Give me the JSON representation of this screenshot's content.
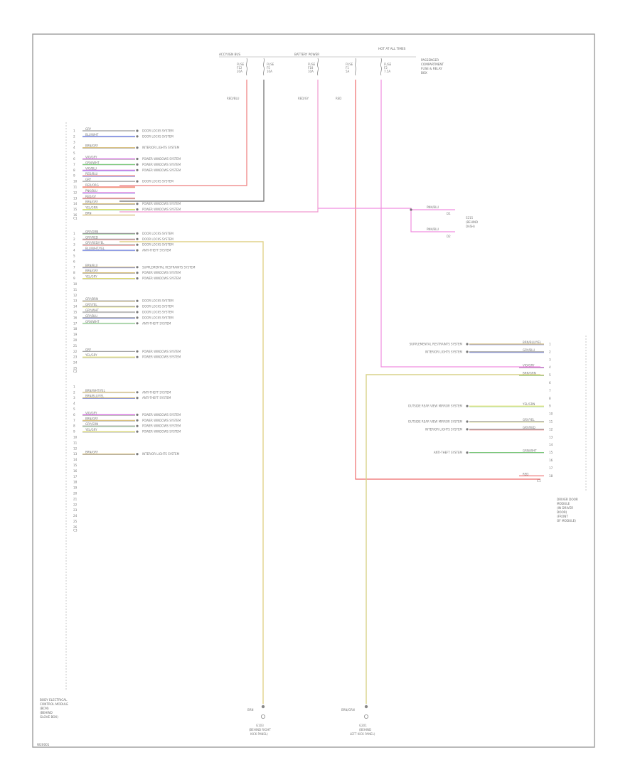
{
  "footer_code": "W20001",
  "fuses": [
    {
      "title": "ACCY/IGN BUS",
      "lines": [
        "FUSE",
        "F12",
        "20A"
      ],
      "wire": "RED/BLU"
    },
    {
      "title": "",
      "lines": [
        "FUSE",
        "F5",
        "10A"
      ],
      "wire": ""
    },
    {
      "title": "BATTERY POWER",
      "lines": [
        "FUSE",
        "F18",
        "10A"
      ],
      "wire": "RED/GY"
    },
    {
      "title": "",
      "lines": [
        "FUSE",
        "F1",
        "5A"
      ],
      "wire": "RED"
    },
    {
      "title": "HOT AT ALL TIMES",
      "lines": [
        "FUSE",
        "F2",
        "7.5A"
      ],
      "wire": ""
    }
  ],
  "fuse_box_label": [
    "PASSENGER",
    "COMPARTMENT",
    "FUSE & RELAY",
    "BOX"
  ],
  "left_module_label": [
    "BODY ELECTRICAL",
    "CONTROL MODULE",
    "(BCM)",
    "(BEHIND",
    "GLOVE BOX)"
  ],
  "right_module_label": [
    "DRIVER DOOR",
    "MODULE",
    "(IN DRIVER",
    "DOOR)",
    "(FRONT",
    "OF MODULE)"
  ],
  "ground_left": {
    "wire": "BRN",
    "label": [
      "G103",
      "(BEHIND RIGHT",
      "KICK PANEL)"
    ]
  },
  "ground_right": {
    "wire": "BRN/GRN",
    "label": [
      "G201",
      "(BEHIND",
      "LEFT KICK PANEL)"
    ]
  },
  "splice_label": [
    "S215",
    "(BEHIND",
    "DASH)"
  ],
  "splice_wires": [
    {
      "wire": "PNK/BLU",
      "code": "D1"
    },
    {
      "wire": "PNK/BLU",
      "code": "D2"
    }
  ],
  "connector_groups": [
    {
      "name": "C1",
      "rows": [
        {
          "pin": "1",
          "wire": "GRY",
          "dest": "DOOR LOCKS SYSTEM"
        },
        {
          "pin": "2",
          "wire": "BLU/WHT",
          "dest": "DOOR LOCKS SYSTEM"
        },
        {
          "pin": "3",
          "wire": "",
          "dest": ""
        },
        {
          "pin": "4",
          "wire": "BRN/GRY",
          "dest": "INTERIOR LIGHTS SYSTEM"
        },
        {
          "pin": "5",
          "wire": "",
          "dest": ""
        },
        {
          "pin": "6",
          "wire": "VIO/GRY",
          "dest": "POWER WINDOWS SYSTEM"
        },
        {
          "pin": "7",
          "wire": "GRN/WHT",
          "dest": "POWER WINDOWS SYSTEM"
        },
        {
          "pin": "8",
          "wire": "VIO/BLU",
          "dest": "POWER WINDOWS SYSTEM"
        },
        {
          "pin": "9",
          "wire": "RED/BLU",
          "dest": ""
        },
        {
          "pin": "10",
          "wire": "GRY",
          "dest": "DOOR LOCKS SYSTEM"
        },
        {
          "pin": "11",
          "wire": "RED/ORG",
          "dest": ""
        },
        {
          "pin": "12",
          "wire": "PNK/BLU",
          "dest": ""
        },
        {
          "pin": "13",
          "wire": "RED/GY",
          "dest": ""
        },
        {
          "pin": "14",
          "wire": "BRN/GRY",
          "dest": "POWER WINDOWS SYSTEM"
        },
        {
          "pin": "15",
          "wire": "YEL/GRN",
          "dest": "POWER WINDOWS SYSTEM"
        },
        {
          "pin": "16",
          "wire": "BRN",
          "dest": ""
        }
      ]
    },
    {
      "name": "C2",
      "rows": [
        {
          "pin": "1",
          "wire": "GRY/GRN",
          "dest": "DOOR LOCKS SYSTEM"
        },
        {
          "pin": "2",
          "wire": "GRY/RED",
          "dest": "DOOR LOCKS SYSTEM"
        },
        {
          "pin": "3",
          "wire": "GRY/RED/YEL",
          "dest": "DOOR LOCKS SYSTEM"
        },
        {
          "pin": "4",
          "wire": "BLU/WHT/YEL",
          "dest": "ANTI-THEFT SYSTEM"
        },
        {
          "pin": "5",
          "wire": "",
          "dest": ""
        },
        {
          "pin": "6",
          "wire": "",
          "dest": ""
        },
        {
          "pin": "7",
          "wire": "BRN/BLU",
          "dest": "SUPPLEMENTAL RESTRAINTS SYSTEM"
        },
        {
          "pin": "8",
          "wire": "BRN/GRY",
          "dest": "POWER WINDOWS SYSTEM"
        },
        {
          "pin": "9",
          "wire": "YEL/GRY",
          "dest": "POWER WINDOWS SYSTEM"
        },
        {
          "pin": "10",
          "wire": "",
          "dest": ""
        },
        {
          "pin": "11",
          "wire": "",
          "dest": ""
        },
        {
          "pin": "12",
          "wire": "",
          "dest": ""
        },
        {
          "pin": "13",
          "wire": "GRY/BRN",
          "dest": "DOOR LOCKS SYSTEM"
        },
        {
          "pin": "14",
          "wire": "GRY/YEL",
          "dest": "DOOR LOCKS SYSTEM"
        },
        {
          "pin": "15",
          "wire": "GRY/WHT",
          "dest": "DOOR LOCKS SYSTEM"
        },
        {
          "pin": "16",
          "wire": "GRY/BLU",
          "dest": "DOOR LOCKS SYSTEM"
        },
        {
          "pin": "17",
          "wire": "GRN/WHT",
          "dest": "ANTI-THEFT SYSTEM"
        },
        {
          "pin": "18",
          "wire": "",
          "dest": ""
        },
        {
          "pin": "19",
          "wire": "",
          "dest": ""
        },
        {
          "pin": "20",
          "wire": "",
          "dest": ""
        },
        {
          "pin": "21",
          "wire": "",
          "dest": ""
        },
        {
          "pin": "22",
          "wire": "GRY",
          "dest": "POWER WINDOWS SYSTEM"
        },
        {
          "pin": "23",
          "wire": "YEL/GRY",
          "dest": "POWER WINDOWS SYSTEM"
        },
        {
          "pin": "24",
          "wire": "",
          "dest": ""
        },
        {
          "pin": "25",
          "wire": "",
          "dest": ""
        }
      ]
    },
    {
      "name": "C3",
      "rows": [
        {
          "pin": "1",
          "wire": "",
          "dest": ""
        },
        {
          "pin": "2",
          "wire": "BRN/WHT/YEL",
          "dest": "ANTI-THEFT SYSTEM"
        },
        {
          "pin": "3",
          "wire": "BRN/BLU/YEL",
          "dest": "ANTI-THEFT SYSTEM"
        },
        {
          "pin": "4",
          "wire": "",
          "dest": ""
        },
        {
          "pin": "5",
          "wire": "",
          "dest": ""
        },
        {
          "pin": "6",
          "wire": "VIO/GRY",
          "dest": "POWER WINDOWS SYSTEM"
        },
        {
          "pin": "7",
          "wire": "BRN/GRY",
          "dest": "POWER WINDOWS SYSTEM"
        },
        {
          "pin": "8",
          "wire": "GRY/GRN",
          "dest": "POWER WINDOWS SYSTEM"
        },
        {
          "pin": "9",
          "wire": "YEL/GRY",
          "dest": "POWER WINDOWS SYSTEM"
        },
        {
          "pin": "10",
          "wire": "",
          "dest": ""
        },
        {
          "pin": "11",
          "wire": "",
          "dest": ""
        },
        {
          "pin": "12",
          "wire": "",
          "dest": ""
        },
        {
          "pin": "13",
          "wire": "BRN/GRY",
          "dest": "INTERIOR LIGHTS SYSTEM"
        },
        {
          "pin": "14",
          "wire": "",
          "dest": ""
        },
        {
          "pin": "15",
          "wire": "",
          "dest": ""
        },
        {
          "pin": "16",
          "wire": "",
          "dest": ""
        },
        {
          "pin": "17",
          "wire": "",
          "dest": ""
        },
        {
          "pin": "18",
          "wire": "",
          "dest": ""
        },
        {
          "pin": "19",
          "wire": "",
          "dest": ""
        },
        {
          "pin": "20",
          "wire": "",
          "dest": ""
        },
        {
          "pin": "21",
          "wire": "",
          "dest": ""
        },
        {
          "pin": "22",
          "wire": "",
          "dest": ""
        },
        {
          "pin": "23",
          "wire": "",
          "dest": ""
        },
        {
          "pin": "24",
          "wire": "",
          "dest": ""
        },
        {
          "pin": "25",
          "wire": "",
          "dest": ""
        },
        {
          "pin": "26",
          "wire": "",
          "dest": ""
        }
      ]
    }
  ],
  "right_rows": [
    {
      "pin": "1",
      "wire": "BRN/BLU/YEL",
      "dest": "SUPPLEMENTAL RESTRAINTS SYSTEM"
    },
    {
      "pin": "2",
      "wire": "GRY/BLU",
      "dest": "INTERIOR LIGHTS SYSTEM"
    },
    {
      "pin": "3",
      "wire": "",
      "dest": ""
    },
    {
      "pin": "4",
      "wire": "VIO/GRY",
      "dest": ""
    },
    {
      "pin": "5",
      "wire": "BRN/GRN",
      "dest": ""
    },
    {
      "pin": "6",
      "wire": "",
      "dest": ""
    },
    {
      "pin": "7",
      "wire": "",
      "dest": ""
    },
    {
      "pin": "8",
      "wire": "",
      "dest": ""
    },
    {
      "pin": "9",
      "wire": "YEL/GRN",
      "dest": "OUTSIDE REAR VIEW MIRROR SYSTEM"
    },
    {
      "pin": "10",
      "wire": "",
      "dest": ""
    },
    {
      "pin": "11",
      "wire": "GRY/YEL",
      "dest": "OUTSIDE REAR VIEW MIRROR SYSTEM"
    },
    {
      "pin": "12",
      "wire": "GRY/RED",
      "dest": "INTERIOR LIGHTS SYSTEM"
    },
    {
      "pin": "13",
      "wire": "",
      "dest": ""
    },
    {
      "pin": "14",
      "wire": "",
      "dest": ""
    },
    {
      "pin": "15",
      "wire": "GRN/WHT",
      "dest": "ANTI-THEFT SYSTEM"
    },
    {
      "pin": "16",
      "wire": "",
      "dest": ""
    },
    {
      "pin": "17",
      "wire": "",
      "dest": ""
    },
    {
      "pin": "18",
      "wire": "RED",
      "dest": ""
    }
  ],
  "right_connector": "C1",
  "wire_colors": {
    "GRY": "#9a9a9a",
    "BLU": "#5a6fe0",
    "BRN": "#d2b870",
    "VIO": "#d56be0",
    "GRN": "#7fc97f",
    "RED": "#ee6b6b",
    "PNK": "#f08ee0",
    "YEL": "#e4e26c",
    "ORG": "#f0a24a",
    "WHT": "#d8d8d8",
    "BLK": "#555555"
  }
}
